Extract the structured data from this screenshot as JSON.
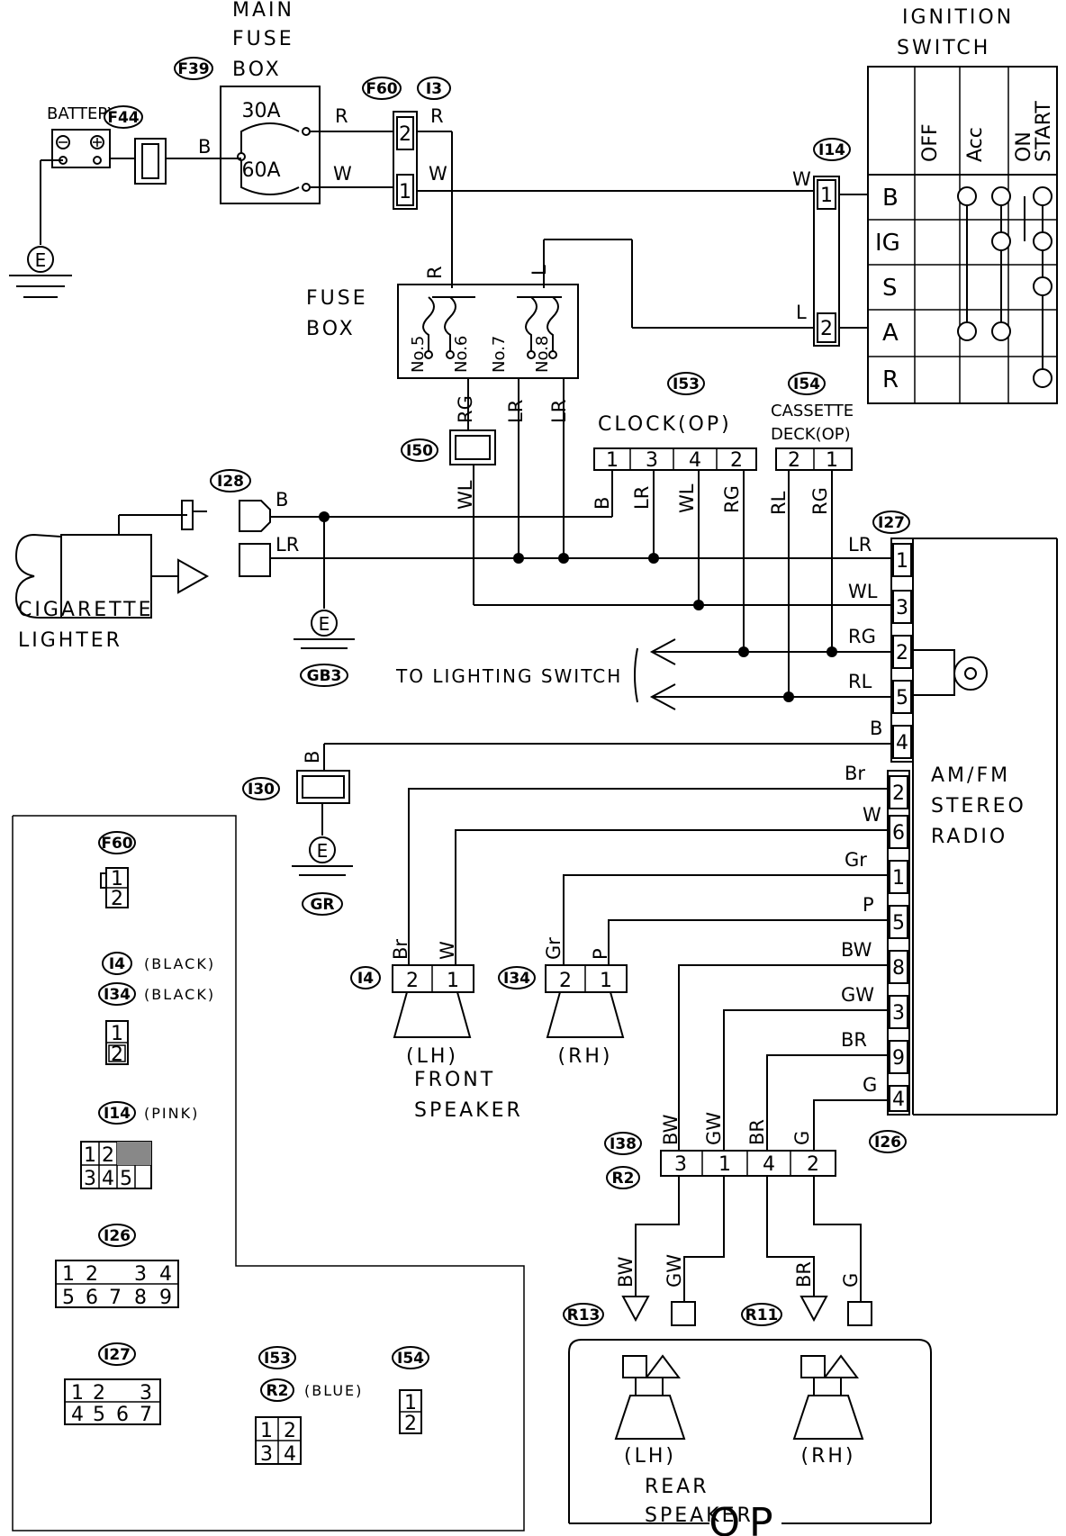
{
  "components": {
    "main_fuse_box": [
      "MAIN",
      "FUSE",
      "BOX"
    ],
    "main_fuse_30a": "30A",
    "main_fuse_60a": "60A",
    "battery": "BATTERY",
    "ignition_switch": [
      "IGNITION",
      "SWITCH"
    ],
    "fuse_box": [
      "FUSE",
      "BOX"
    ],
    "fuse_no5": "No.5",
    "fuse_no6": "No.6",
    "fuse_no7": "No.7",
    "fuse_no8": "No.8",
    "clock": "CLOCK(OP)",
    "cassette_deck": [
      "CASSETTE",
      "DECK(OP)"
    ],
    "cigarette_lighter": [
      "CIGARETTE",
      "LIGHTER"
    ],
    "to_lighting_switch": "TO LIGHTING SWITCH",
    "radio": [
      "AM/FM",
      "STEREO",
      "RADIO"
    ],
    "front_speaker": [
      "FRONT",
      "SPEAKER"
    ],
    "rear_speaker": [
      "REAR",
      "SPEAKER"
    ],
    "lh": "(LH)",
    "rh": "(RH)",
    "op": "OP",
    "ground": "E"
  },
  "ignition_table": {
    "positions": [
      "OFF",
      "Acc",
      "ON",
      "START"
    ],
    "terminals": [
      "B",
      "IG",
      "S",
      "A",
      "R"
    ]
  },
  "connector_ids": {
    "f39": "F39",
    "f44": "F44",
    "f60": "F60",
    "i3": "I3",
    "i14": "I14",
    "i53": "I53",
    "i54": "I54",
    "i50": "I50",
    "i28": "I28",
    "i27": "I27",
    "gb3": "GB3",
    "i30": "I30",
    "gr": "GR",
    "i4": "I4",
    "i34": "I34",
    "i38": "I38",
    "r2": "R2",
    "i26": "I26",
    "r13": "R13",
    "r11": "R11"
  },
  "wire_colors": {
    "b": "B",
    "r": "R",
    "w": "W",
    "l": "L",
    "rg": "RG",
    "lr": "LR",
    "wl": "WL",
    "rl": "RL",
    "br_lower": "Br",
    "gr_lower": "Gr",
    "p": "P",
    "bw": "BW",
    "gw": "GW",
    "br": "BR",
    "g": "G"
  },
  "pins": {
    "f60_top": "2",
    "f60_bottom": "1",
    "i14_top": "1",
    "i14_bottom": "2",
    "clock": [
      "1",
      "3",
      "4",
      "2"
    ],
    "cassette": [
      "2",
      "1"
    ],
    "i27": [
      "1",
      "3",
      "2",
      "5",
      "4"
    ],
    "i26": [
      "2",
      "6",
      "1",
      "5",
      "8",
      "3",
      "9",
      "4"
    ],
    "front_speaker": [
      "2",
      "1"
    ],
    "i38": [
      "3",
      "1",
      "4",
      "2"
    ]
  },
  "legend": {
    "f60": [
      "1",
      "2"
    ],
    "i4_note": "(BLACK)",
    "i34_note": "(BLACK)",
    "i4_pins": [
      "1",
      "2"
    ],
    "i14_note": "(PINK)",
    "i14_pins": [
      "1",
      "2",
      "3",
      "4",
      "5"
    ],
    "i26_pins": [
      "1",
      "2",
      "3",
      "4",
      "5",
      "6",
      "7",
      "8",
      "9"
    ],
    "i27_pins": [
      "1",
      "2",
      "3",
      "4",
      "5",
      "6",
      "7"
    ],
    "r2_note": "(BLUE)",
    "i53_pins": [
      "1",
      "2",
      "3",
      "4"
    ],
    "i54_pins": [
      "1",
      "2"
    ]
  }
}
